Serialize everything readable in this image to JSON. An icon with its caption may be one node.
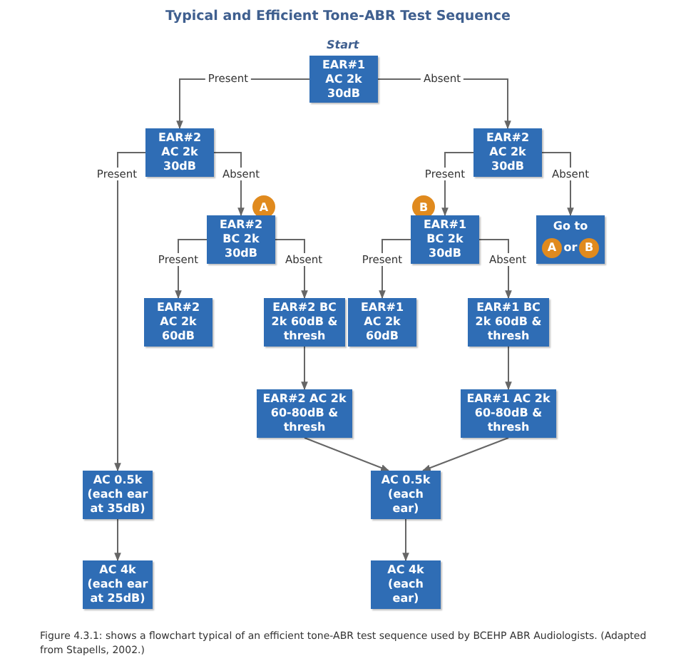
{
  "diagram": {
    "title": "Typical and Efficient Tone-ABR Test Sequence",
    "caption": "Figure 4.3.1: shows a flowchart typical of an efficient tone-ABR test sequence used by BCEHP ABR Audiologists. (Adapted from Stapells, 2002.)",
    "nodes": [
      {
        "text": [
          "EAR#1 AC 2k 30dB"
        ],
        "beside": [
          "Start"
        ]
      },
      {
        "text": [
          "EAR#2 AC 2k 30dB"
        ]
      },
      {
        "text": [
          "EAR#2 AC 2k 30dB"
        ]
      },
      {
        "text": [
          "A"
        ]
      },
      {
        "text": [
          "EAR#2 BC 2k 30dB"
        ]
      },
      {
        "text": [
          "B"
        ]
      },
      {
        "text": [
          "EAR#1 BC 2k 30dB"
        ]
      },
      {
        "text": [
          "Go to",
          "or"
        ]
      },
      {
        "text": [
          "A"
        ],
        "in": 7
      },
      {
        "text": [
          "B"
        ],
        "in": 7
      },
      {
        "text": [
          "EAR#2 AC 2k 60dB"
        ]
      },
      {
        "text": [
          "EAR#2 BC 2k 60dB & thresh"
        ]
      },
      {
        "text": [
          "EAR#1 AC 2k 60dB"
        ]
      },
      {
        "text": [
          "EAR#1 BC 2k 60dB & thresh"
        ]
      },
      {
        "text": [
          "EAR#2 AC 2k 60-80dB & thresh"
        ]
      },
      {
        "text": [
          "EAR#1 AC 2k 60-80dB & thresh"
        ]
      },
      {
        "text": [
          "AC 0.5k (each ear at 35dB)"
        ]
      },
      {
        "text": [
          "AC 0.5k (each ear)"
        ]
      },
      {
        "text": [
          "AC 4k (each ear at 25dB)"
        ]
      },
      {
        "text": [
          "AC 4k (each ear)"
        ]
      }
    ],
    "edges": [
      {
        "from": 0,
        "to": 1,
        "arrow": "to",
        "label": "Present"
      },
      {
        "from": 0,
        "to": 2,
        "arrow": "to",
        "label": "Absent"
      },
      {
        "from": 1,
        "to": 16,
        "arrow": "to",
        "label": "Present"
      },
      {
        "from": 1,
        "to": 4,
        "arrow": "to",
        "label": "Absent"
      },
      {
        "from": 2,
        "to": 6,
        "arrow": "to",
        "label": "Present"
      },
      {
        "from": 2,
        "to": 7,
        "arrow": "to",
        "label": "Absent"
      },
      {
        "from": 4,
        "to": 10,
        "arrow": "to",
        "label": "Present"
      },
      {
        "from": 4,
        "to": 11,
        "arrow": "to",
        "label": "Absent"
      },
      {
        "from": 6,
        "to": 12,
        "arrow": "to",
        "label": "Present"
      },
      {
        "from": 6,
        "to": 13,
        "arrow": "to",
        "label": "Absent"
      },
      {
        "from": 11,
        "to": 14,
        "arrow": "to"
      },
      {
        "from": 13,
        "to": 15,
        "arrow": "to"
      },
      {
        "from": 14,
        "to": 17,
        "arrow": "to"
      },
      {
        "from": 15,
        "to": 17,
        "arrow": "to"
      },
      {
        "from": 16,
        "to": 18,
        "arrow": "to"
      },
      {
        "from": 17,
        "to": 19,
        "arrow": "to"
      }
    ]
  }
}
